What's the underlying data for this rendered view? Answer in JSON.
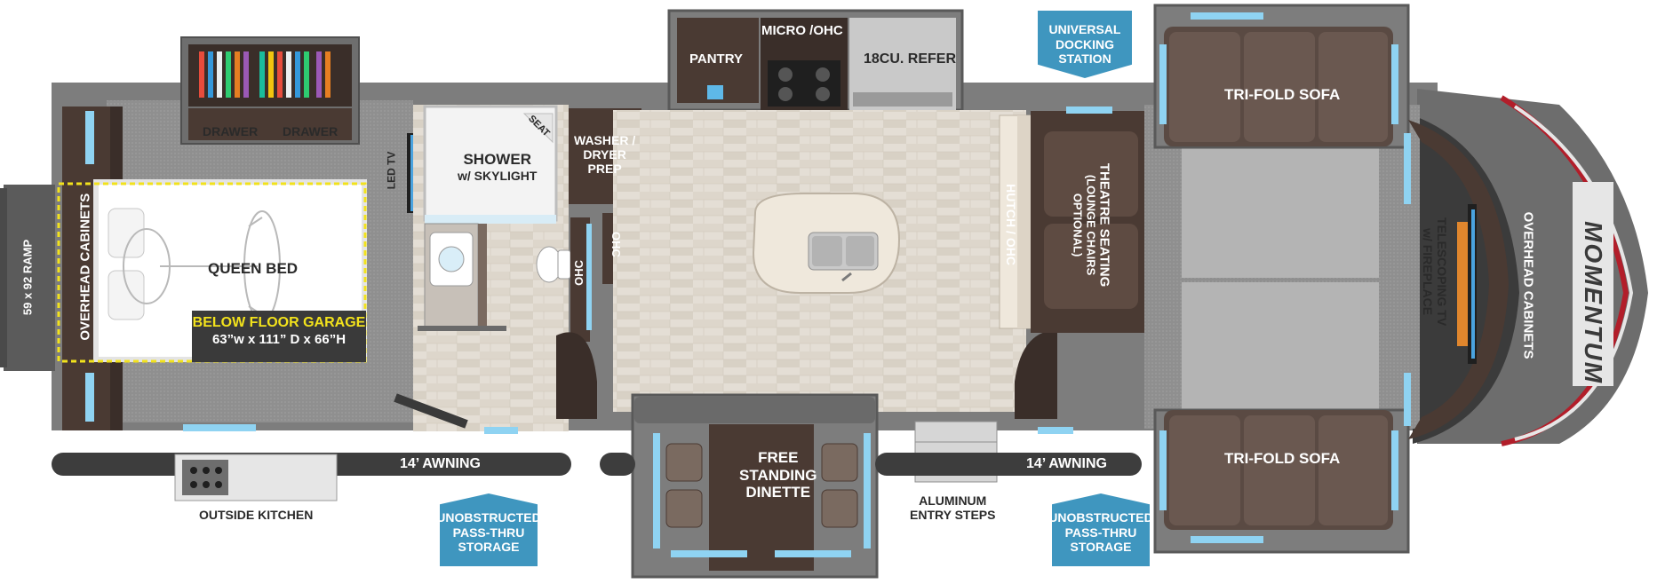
{
  "colors": {
    "exterior": "#7f7f7f",
    "carpet": "#9a9a9a",
    "floor_wood": "#e3ddd3",
    "cabinet_dark": "#4a3a33",
    "sofa": "#5a4a43",
    "awning": "#3d3d3d",
    "badge_blue": "#3f96bf",
    "garage_yellow": "#f2e21c",
    "window_blue": "#8fd3f2"
  },
  "labels": {
    "drawer_1": "DRAWER",
    "drawer_2": "DRAWER",
    "pantry": "PANTRY",
    "micro_ohc": "MICRO /OHC",
    "refer": "18CU. REFER",
    "washer_dryer": [
      "WASHER /",
      "DRYER",
      "PREP"
    ],
    "shower": "SHOWER",
    "shower_sub": "w/ SKYLIGHT",
    "seat": "SEAT",
    "led_tv": "LED TV",
    "ohc_1": "OHC",
    "ohc_2": "OHC",
    "queen_bed": "QUEEN BED",
    "overhead_cabinets_rear": "OVERHEAD CABINETS",
    "ramp": "59 x 92 RAMP",
    "hutch_ohc": "HUTCH / OHC",
    "theatre": [
      "THEATRE SEATING",
      "(LOUNGE CHAIRS",
      "OPTIONAL)"
    ],
    "tri_fold_top": "TRI-FOLD SOFA",
    "tri_fold_bottom": "TRI-FOLD SOFA",
    "telescoping": [
      "TELESCOPING TV",
      "w/ FIREPLACE"
    ],
    "overhead_cabinets_front": "OVERHEAD CABINETS",
    "dinette": [
      "FREE",
      "STANDING",
      "DINETTE"
    ],
    "awning_left": "14’ AWNING",
    "awning_right": "14’ AWNING",
    "entry_steps": [
      "ALUMINUM",
      "ENTRY STEPS"
    ],
    "outside_kitchen": "OUTSIDE KITCHEN",
    "brand": "MOMENTUM"
  },
  "garage": {
    "title": "BELOW FLOOR GARAGE",
    "dims": "63”w x 111” D x 66”H"
  },
  "badges": {
    "docking": [
      "UNIVERSAL",
      "DOCKING",
      "STATION"
    ],
    "storage_left": [
      "UNOBSTRUCTED",
      "PASS-THRU",
      "STORAGE"
    ],
    "storage_right": [
      "UNOBSTRUCTED",
      "PASS-THRU",
      "STORAGE"
    ]
  }
}
